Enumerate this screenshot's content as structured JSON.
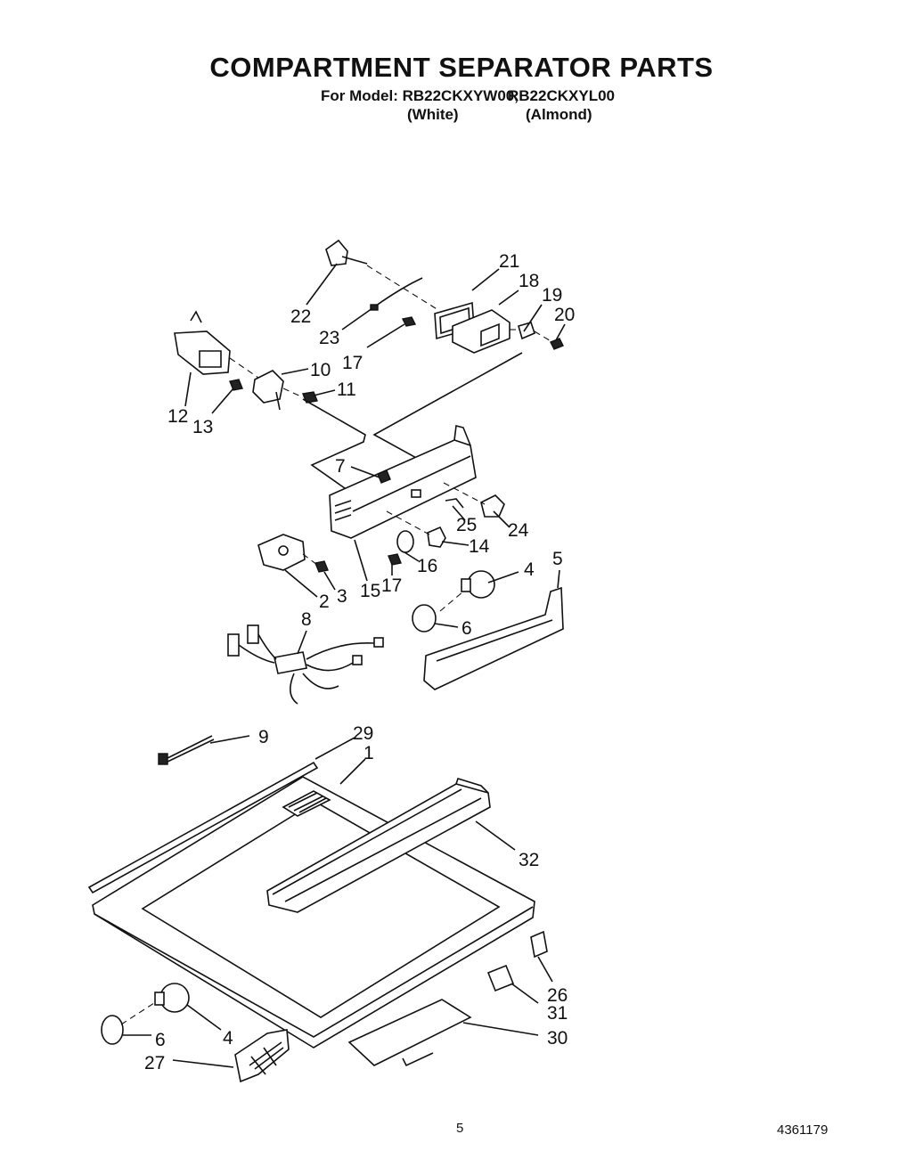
{
  "header": {
    "title": "COMPARTMENT SEPARATOR PARTS",
    "model_line": "For Model: RB22CKXYW00,",
    "model_2": "RB22CKXYL00",
    "color_1": "(White)",
    "color_2": "(Almond)"
  },
  "callouts": {
    "c1": "1",
    "c2": "2",
    "c3": "3",
    "c4a": "4",
    "c4b": "4",
    "c5": "5",
    "c6a": "6",
    "c6b": "6",
    "c7": "7",
    "c8": "8",
    "c9": "9",
    "c10": "10",
    "c11": "11",
    "c12": "12",
    "c13": "13",
    "c14": "14",
    "c15": "15",
    "c16": "16",
    "c17a": "17",
    "c17b": "17",
    "c18": "18",
    "c19": "19",
    "c20": "20",
    "c21": "21",
    "c22": "22",
    "c23": "23",
    "c24": "24",
    "c25": "25",
    "c26": "26",
    "c27": "27",
    "c29": "29",
    "c30": "30",
    "c31": "31",
    "c32": "32"
  },
  "footer": {
    "page_number": "5",
    "doc_number": "4361179"
  }
}
